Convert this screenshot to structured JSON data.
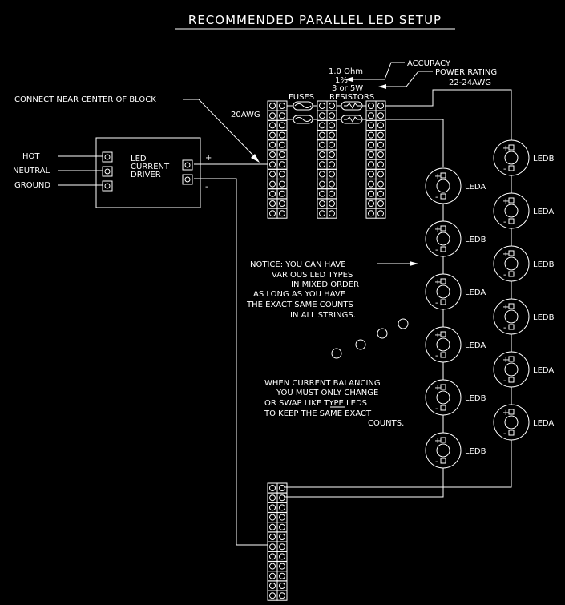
{
  "title": "RECOMMENDED PARALLEL LED SETUP",
  "resistor_notes": {
    "value": "1.0 Ohm",
    "tolerance": "1%",
    "wattage": "3 or 5W",
    "accuracy": "ACCURACY",
    "power_rating": "POWER RATING",
    "wire_out": "22-24AWG"
  },
  "block_labels": {
    "fuses": "FUSES",
    "resistors": "RESISTORS",
    "wire_in": "20AWG"
  },
  "connect_note": "CONNECT NEAR CENTER OF BLOCK",
  "inputs": {
    "hot": "HOT",
    "neutral": "NEUTRAL",
    "ground": "GROUND"
  },
  "driver": {
    "line1": "LED",
    "line2": "CURRENT",
    "line3": "DRIVER",
    "plus": "+",
    "minus": "-"
  },
  "led_polarity": {
    "plus": "+",
    "minus": "-"
  },
  "string_left": [
    "LEDA",
    "LEDB",
    "LEDA",
    "LEDA",
    "LEDB",
    "LEDB"
  ],
  "string_right": [
    "LEDB",
    "LEDA",
    "LEDB",
    "LEDB",
    "LEDA",
    "LEDA"
  ],
  "notice": [
    "NOTICE:  YOU CAN HAVE",
    "VARIOUS LED TYPES",
    "IN MIXED ORDER",
    "AS LONG AS YOU HAVE",
    "THE EXACT SAME COUNTS",
    "IN ALL STRINGS."
  ],
  "balancing": [
    "WHEN CURRENT BALANCING",
    "YOU MUST ONLY CHANGE",
    "OR SWAP LIKE TYPE LEDS",
    "TO KEEP THE SAME EXACT",
    "COUNTS."
  ]
}
